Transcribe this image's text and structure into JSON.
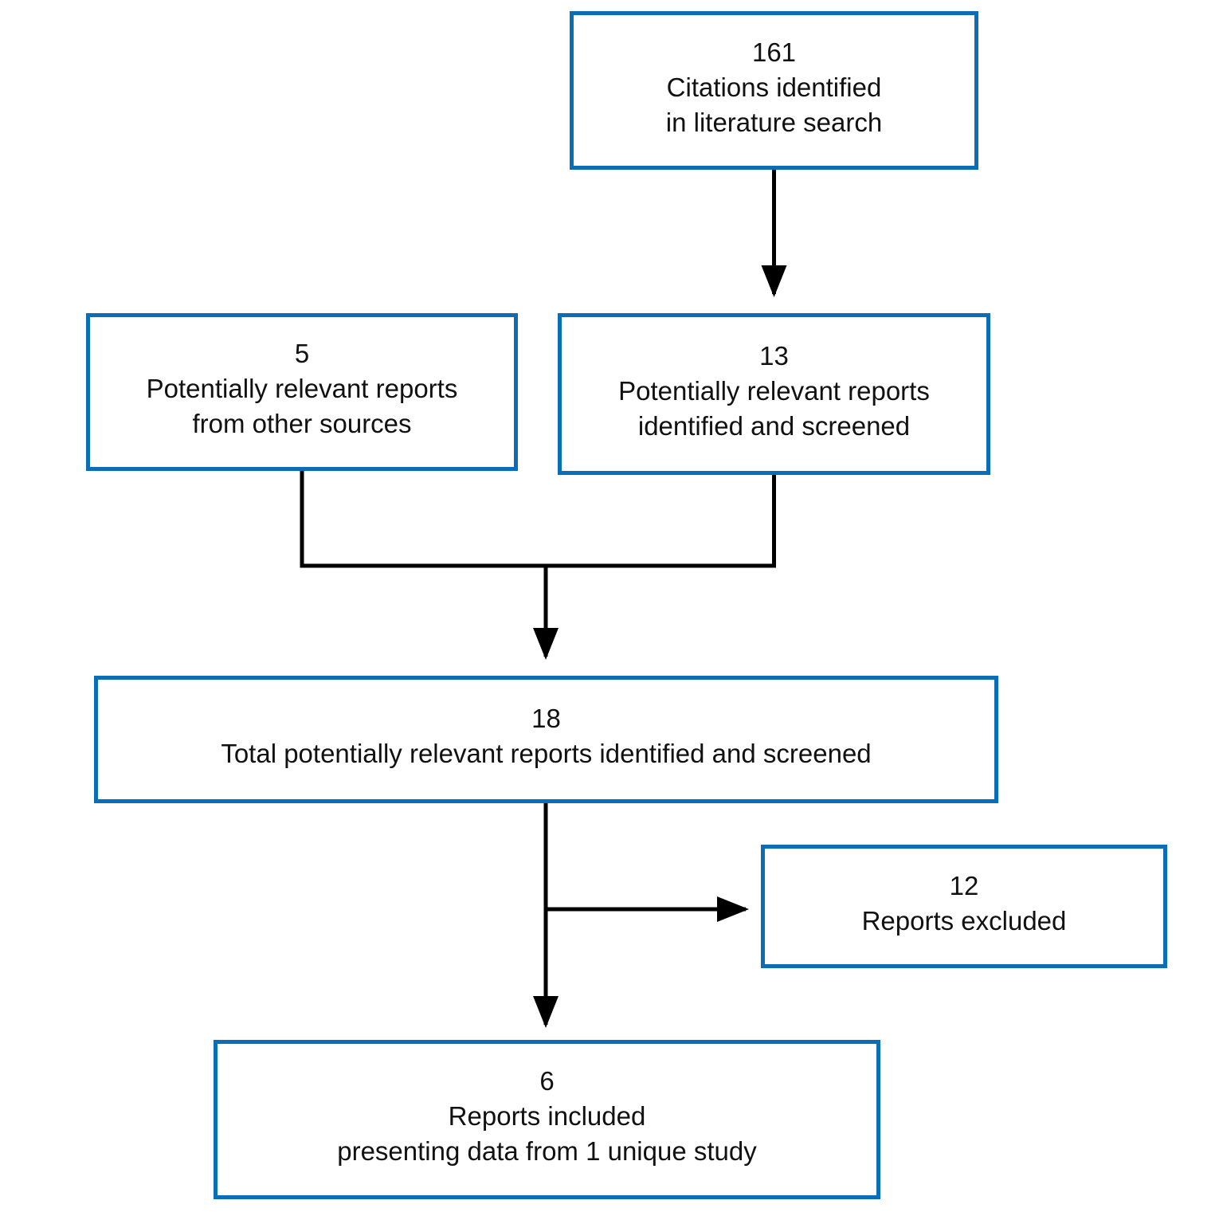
{
  "diagram": {
    "type": "flowchart",
    "description": "Literature screening flow diagram",
    "colors": {
      "box_border": "#0b6cb8",
      "box_fill": "#ffffff",
      "connector": "#000000",
      "text": "#111111",
      "background": "#ffffff"
    },
    "nodes": {
      "citations": {
        "count": "161",
        "line1": "Citations identified",
        "line2": "in literature search"
      },
      "other_sources": {
        "count": "5",
        "line1": "Potentially relevant reports",
        "line2": "from other sources"
      },
      "screened": {
        "count": "13",
        "line1": "Potentially relevant reports",
        "line2": "identified and screened"
      },
      "total": {
        "count": "18",
        "line1": "Total potentially relevant reports identified and screened"
      },
      "excluded": {
        "count": "12",
        "line1": "Reports excluded"
      },
      "included": {
        "count": "6",
        "line1": "Reports included",
        "line2": "presenting data from 1 unique study"
      }
    },
    "edges": [
      {
        "from": "citations",
        "to": "screened",
        "arrow": true
      },
      {
        "from": "other_sources",
        "to": "total",
        "arrow": true
      },
      {
        "from": "screened",
        "to": "total",
        "arrow": true
      },
      {
        "from": "total",
        "to": "excluded",
        "arrow": true
      },
      {
        "from": "total",
        "to": "included",
        "arrow": true
      }
    ]
  }
}
